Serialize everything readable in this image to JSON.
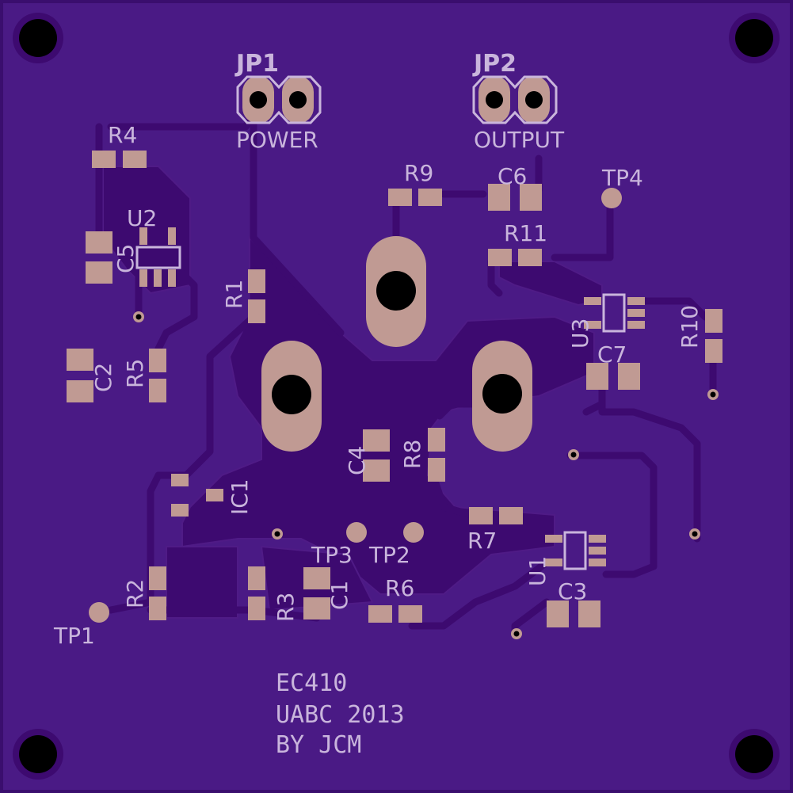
{
  "board": {
    "colors": {
      "substrate": "#4a1a85",
      "copper_pour": "#3d0a70",
      "silkscreen": "#c9b5dc",
      "pad": "#c09a93",
      "hole": "#000000"
    },
    "labels": {
      "jp1": "JP1",
      "jp1_name": "POWER",
      "jp2": "JP2",
      "jp2_name": "OUTPUT",
      "r1": "R1",
      "r2": "R2",
      "r3": "R3",
      "r4": "R4",
      "r5": "R5",
      "r6": "R6",
      "r7": "R7",
      "r8": "R8",
      "r9": "R9",
      "r10": "R10",
      "r11": "R11",
      "c1": "C1",
      "c2": "C2",
      "c3": "C3",
      "c4": "C4",
      "c5": "C5",
      "c6": "C6",
      "c7": "C7",
      "u1": "U1",
      "u2": "U2",
      "u3": "U3",
      "ic1": "IC1",
      "tp1": "TP1",
      "tp2": "TP2",
      "tp3": "TP3",
      "tp4": "TP4"
    },
    "footer": {
      "line1": "EC410",
      "line2": "UABC 2013",
      "line3": "BY JCM"
    }
  }
}
